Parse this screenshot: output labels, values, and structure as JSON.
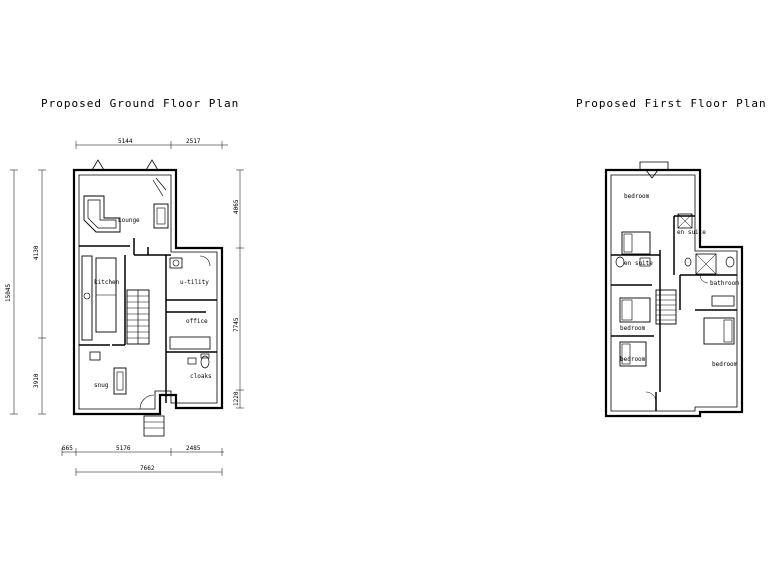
{
  "ground_floor": {
    "title": "Proposed Ground Floor Plan",
    "dims": {
      "top_left": "5144",
      "top_right": "2517",
      "left_total": "15045",
      "left_upper": "4130",
      "left_lower": "3910",
      "right_upper": "4065",
      "right_mid": "7745",
      "right_lower": "1220",
      "bottom_a": "665",
      "bottom_b": "5176",
      "bottom_c": "2485",
      "bottom_total": "7662"
    },
    "rooms": {
      "lounge": "Lounge",
      "kitchen": "kitchen",
      "utility": "u-tility",
      "office": "office",
      "snug": "snug",
      "cloaks": "cloaks"
    }
  },
  "first_floor": {
    "title": "Proposed First Floor Plan",
    "rooms": {
      "bedroom_top": "bedroom",
      "en_suite_right": "en suite",
      "en_suite_left": "en suite",
      "bathroom": "bathroom",
      "bedroom_mid": "bedroom",
      "bedroom_right": "bedroom",
      "bedroom_bottom": "bedroom"
    }
  }
}
